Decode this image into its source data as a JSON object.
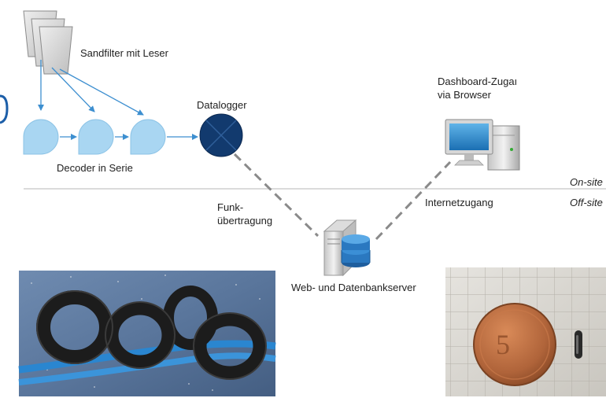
{
  "labels": {
    "sandfilter": "Sandfilter mit Leser",
    "decoder": "Decoder in Serie",
    "datalogger": "Datalogger",
    "funk_line1": "Funk-",
    "funk_line2": "übertragung",
    "dashboard_line1": "Dashboard-Zugaı",
    "dashboard_line2": "via Browser",
    "internet": "Internetzugang",
    "server": "Web- und Datenbankserver",
    "onsite": "On-site",
    "offsite": "Off-site"
  },
  "colors": {
    "decoder_fill": "#a9d6f2",
    "arrow": "#3d8fd0",
    "datalogger_fill": "#123a6e",
    "dashed_line": "#888888",
    "divider": "#cfcfcf",
    "edge_glyph": "#1c5ea8"
  },
  "icons": {
    "filter_stack": "paper-stack-icon",
    "decoder": "decoder-circle-icon",
    "datalogger": "datalogger-icon",
    "server": "database-server-icon",
    "computer": "desktop-computer-icon"
  }
}
